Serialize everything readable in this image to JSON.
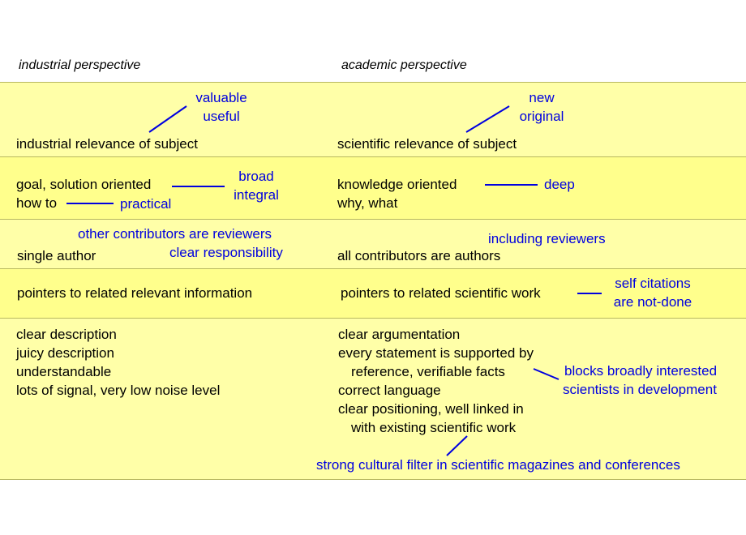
{
  "headers": {
    "industrial": "industrial perspective",
    "academic": "academic perspective"
  },
  "rows": {
    "relevance": {
      "industrial": "industrial relevance of subject",
      "industrial_note": [
        "valuable",
        "useful"
      ],
      "academic": "scientific relevance of subject",
      "academic_note": [
        "new",
        "original"
      ]
    },
    "orientation": {
      "industrial": [
        "goal, solution oriented",
        "how to"
      ],
      "industrial_note_goal": [
        "broad",
        "integral"
      ],
      "industrial_note_howto": "practical",
      "academic": [
        "knowledge oriented",
        "why, what"
      ],
      "academic_note": "deep"
    },
    "authorship": {
      "industrial": "single author",
      "industrial_note": [
        "other contributors are reviewers",
        "clear responsibility"
      ],
      "academic": "all contributors are authors",
      "academic_note": "including reviewers"
    },
    "references": {
      "industrial": "pointers to related relevant information",
      "academic": "pointers to related scientific work",
      "academic_note": [
        "self citations",
        "are not-done"
      ]
    },
    "style": {
      "industrial": [
        "clear description",
        "juicy description",
        "understandable",
        "lots of signal, very low noise level"
      ],
      "academic": [
        "clear argumentation",
        "every statement is supported by",
        "reference, verifiable facts",
        "correct language",
        "clear positioning, well linked in",
        "with existing scientific work"
      ],
      "academic_note_facts": [
        "blocks broadly interested",
        "scientists in development"
      ],
      "academic_note_bottom": "strong cultural filter in scientific magazines and conferences"
    }
  },
  "colors": {
    "band_light": "#ffffa8",
    "band_dark": "#ffff8c",
    "note_blue": "#0000e0"
  }
}
